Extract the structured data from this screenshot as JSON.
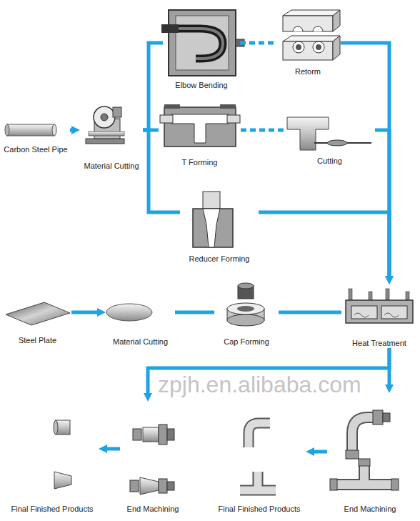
{
  "diagram": {
    "nodes": [
      {
        "text": [
          "Carbon Steel Pipe"
        ]
      },
      {
        "text": [
          "Material Cutting"
        ]
      },
      {
        "text": [
          "Elbow Bending"
        ]
      },
      {
        "text": [
          "Retorm"
        ]
      },
      {
        "text": [
          "T Forming"
        ]
      },
      {
        "text": [
          "Cutting"
        ]
      },
      {
        "text": [
          "Reducer Forming"
        ]
      },
      {
        "text": [
          "Steel Plate"
        ]
      },
      {
        "text": [
          "Material Cutting"
        ]
      },
      {
        "text": [
          "Cap Forming"
        ]
      },
      {
        "text": [
          "Heat Treatment"
        ]
      },
      {
        "text": [
          "End Machining"
        ]
      },
      {
        "text": [
          "Final Finished Products"
        ]
      },
      {
        "text": [
          "End Machining"
        ]
      },
      {
        "text": [
          "Final Finished Products"
        ]
      }
    ],
    "edges": [
      {
        "from": 0,
        "to": 1,
        "arrow": "to"
      },
      {
        "from": 1,
        "to": 2,
        "arrow": "none"
      },
      {
        "from": 1,
        "to": 4,
        "arrow": "none"
      },
      {
        "from": 1,
        "to": 6,
        "arrow": "none"
      },
      {
        "from": 2,
        "to": 3,
        "arrow": "none"
      },
      {
        "from": 4,
        "to": 5,
        "arrow": "none"
      },
      {
        "from": 3,
        "to": 10,
        "arrow": "to"
      },
      {
        "from": 5,
        "to": 10,
        "arrow": "to"
      },
      {
        "from": 6,
        "to": 10,
        "arrow": "to"
      },
      {
        "from": 7,
        "to": 8,
        "arrow": "to"
      },
      {
        "from": 8,
        "to": 9,
        "arrow": "none"
      },
      {
        "from": 9,
        "to": 10,
        "arrow": "none"
      },
      {
        "from": 10,
        "to": 11,
        "arrow": "to"
      },
      {
        "from": 10,
        "to": 13,
        "arrow": "to"
      },
      {
        "from": 11,
        "to": 12,
        "arrow": "to"
      },
      {
        "from": 13,
        "to": 14,
        "arrow": "to"
      }
    ],
    "labels": [
      "zpjh.en.alibaba.com"
    ]
  }
}
